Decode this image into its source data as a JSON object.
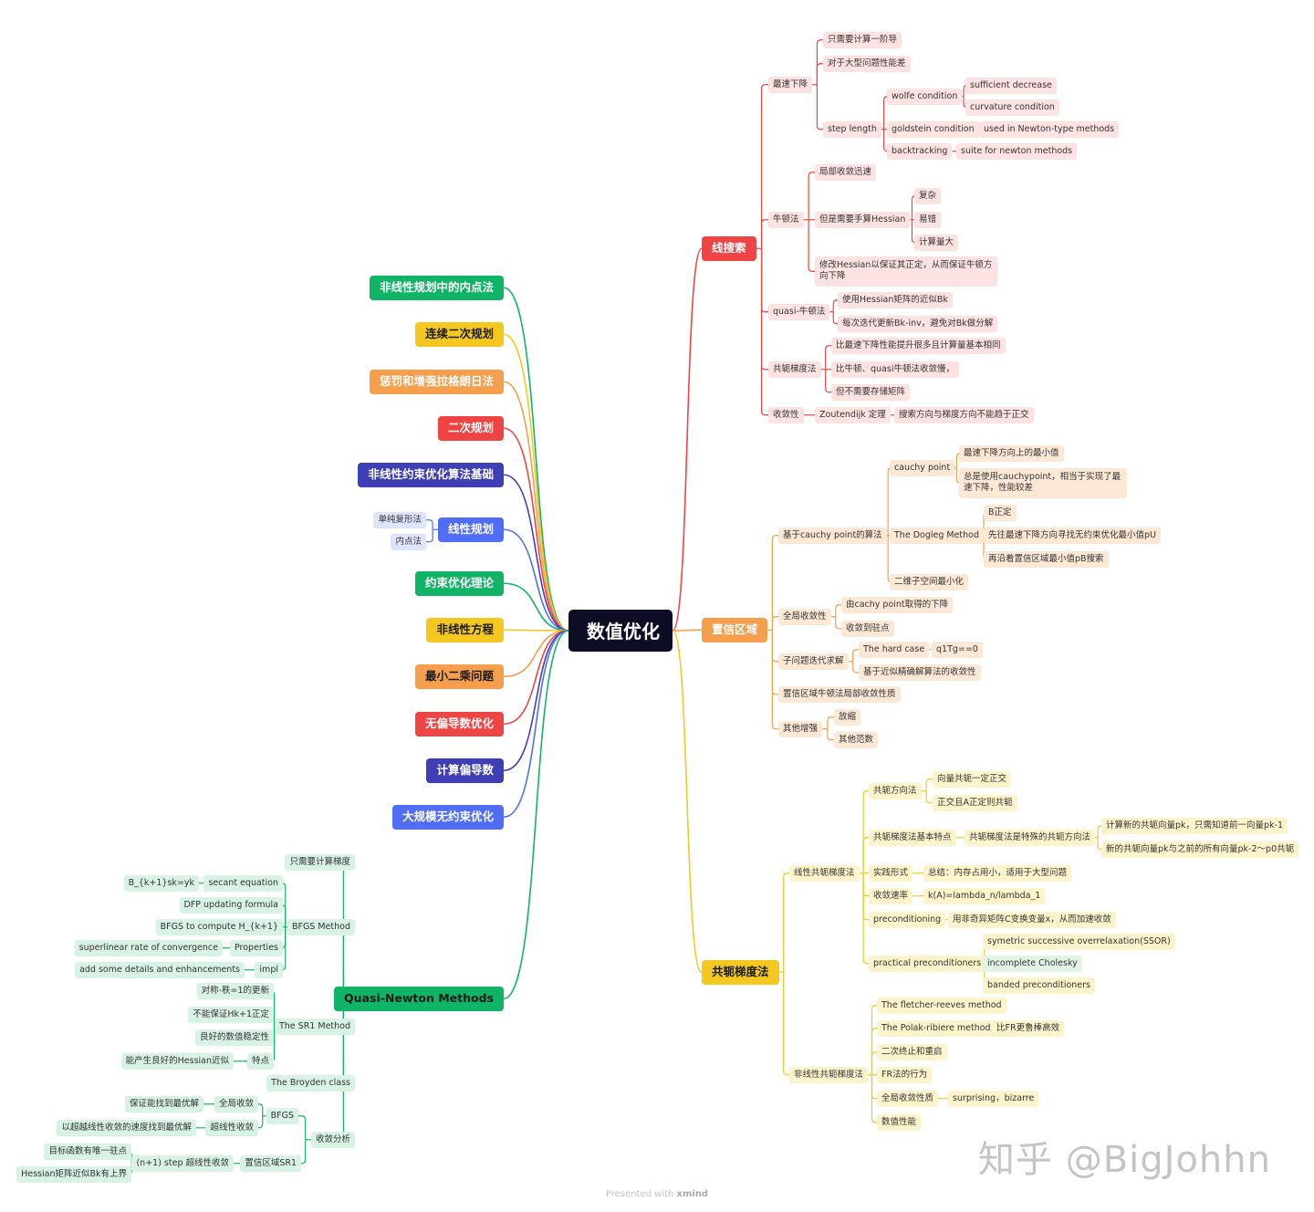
{
  "title": "数值优化",
  "footer": {
    "prefix": "Presented with",
    "brand": "xmind"
  },
  "watermark": "知乎 @BigJohhn",
  "colors": {
    "red": "#ef4444",
    "orange": "#f59e4b",
    "yellow": "#f4c820",
    "green": "#10b466",
    "navy": "#3f3fb5",
    "blue": "#4f6ef5"
  },
  "branches": {
    "line_search": {
      "label": "线搜索",
      "steepest": {
        "label": "最速下降",
        "gradient_only": "只需要计算一阶导",
        "poor_large": "对于大型问题性能差",
        "step_length": {
          "label": "step length",
          "wolfe": {
            "label": "wolfe condition",
            "sufficient": "sufficient decrease",
            "curvature": "curvature condition"
          },
          "goldstein": {
            "label": "goldstein condition",
            "used": "used in Newton-type methods"
          },
          "backtracking": {
            "label": "backtracking",
            "suite": "suite for newton methods"
          }
        }
      },
      "newton": {
        "label": "牛顿法",
        "local_fast": "局部收敛迅速",
        "hessian": {
          "label": "但是需要手算Hessian",
          "complex": "复杂",
          "error": "易错",
          "cost": "计算量大"
        },
        "modify": "修改Hessian以保证其正定，从而保证牛顿方向下降"
      },
      "quasi": {
        "label": "quasi-牛顿法",
        "approx": "使用Hessian矩阵的近似Bk",
        "update": "每次迭代更新Bk-inv，避免对Bk做分解"
      },
      "cg": {
        "label": "共轭梯度法",
        "better": "比最速下降性能提升很多且计算量基本相同",
        "slower": "比牛顿、quasi牛顿法收敛慢，",
        "no_store": "但不需要存储矩阵"
      },
      "converge": {
        "label": "收敛性",
        "zoutendijk": "Zoutendijk 定理",
        "not_orth": "搜索方向与梯度方向不能趋于正交"
      }
    },
    "trust_region": {
      "label": "置信区域",
      "cauchy_algo": {
        "label": "基于cauchy point的算法",
        "cauchy": {
          "label": "cauchy point",
          "min": "最速下降方向上的最小值",
          "note": "总是使用cauchypoint，相当于实现了最速下降，性能较差"
        },
        "dogleg": {
          "label": "The Dogleg Method",
          "pd": "B正定",
          "pu": "先往最速下降方向寻找无约束优化最小值pU",
          "pb": "再沿着置信区域最小值pB搜索"
        },
        "twod": "二维子空间最小化"
      },
      "global": {
        "label": "全局收敛性",
        "cauchy_dec": "由cachy point取得的下降",
        "stationary": "收敛到驻点"
      },
      "subproblem": {
        "label": "子问题迭代求解",
        "hard": "The hard case",
        "q1tg": "q1Tg==0",
        "approx": "基于近似精确解算法的收敛性"
      },
      "local": "置信区域牛顿法局部收敛性质",
      "enhance": {
        "label": "其他增强",
        "scale": "放缩",
        "norm": "其他范数"
      }
    },
    "conjugate": {
      "label": "共轭梯度法",
      "linear": {
        "label": "线性共轭梯度法",
        "direction": {
          "label": "共轭方向法",
          "orth": "向量共轭一定正交",
          "pd": "正交且A正定则共轭"
        },
        "basic": {
          "label": "共轭梯度法基本特点",
          "special": "共轭梯度法是特殊的共轭方向法",
          "calc": "计算新的共轭向量pk，只需知道前一向量pk-1",
          "new": "新的共轭向量pk与之前的所有向量pk-2～p0共轭"
        },
        "practice": {
          "label": "实践形式",
          "summary": "总结：内存占用小，适用于大型问题"
        },
        "rate": {
          "label": "收敛速率",
          "kappa": "k(A)=lambda_n/lambda_1"
        },
        "precond": {
          "label": "preconditioning",
          "nonsingular": "用非奇异矩阵C变换变量x，从而加速收敛"
        },
        "practical": {
          "label": "practical preconditioners",
          "ssor": "symetric successive overrelaxation(SSOR)",
          "cholesky": "incomplete Cholesky",
          "banded": "banded preconditioners"
        }
      },
      "nonlinear": {
        "label": "非线性共轭梯度法",
        "fr": "The fletcher-reeves method",
        "pr": {
          "label": "The Polak-ribiere method",
          "note": "比FR更鲁棒高效"
        },
        "restart": "二次终止和重启",
        "fr_behavior": "FR法的行为",
        "global": {
          "label": "全局收敛性质",
          "note": "surprising，bizarre"
        },
        "perf": "数值性能"
      }
    },
    "interior": "非线性规划中的内点法",
    "sqp": "连续二次规划",
    "penalty": "惩罚和增强拉格朗日法",
    "qp": "二次规划",
    "nonlinear_basics": "非线性约束优化算法基础",
    "lp": {
      "label": "线性规划",
      "simplex": "单纯复形法",
      "interior": "内点法"
    },
    "constrained": "约束优化理论",
    "equations": "非线性方程",
    "least_squares": "最小二乘问题",
    "derivative_free": "无偏导数优化",
    "derivatives": "计算偏导数",
    "large_scale": "大规模无约束优化",
    "quasi_newton": {
      "label": "Quasi-Newton Methods",
      "grad_only": "只需要计算梯度",
      "bfgs": {
        "label": "BFGS Method",
        "secant": "secant equation",
        "secant_eq": "B_{k+1}sk=yk",
        "dfp": "DFP updating formula",
        "compute": "BFGS to compute H_{k+1}",
        "props": "Properties",
        "superlinear": "superlinear rate of convergence",
        "impl": "impl",
        "details": "add some details and enhancements"
      },
      "sr1": {
        "label": "The SR1 Method",
        "rank1": "对称-秩=1的更新",
        "no_pd": "不能保证Hk+1正定",
        "stable": "良好的数值稳定性",
        "feature": "特点",
        "good_hessian": "能产生良好的Hessian近似"
      },
      "broyden": "The Broyden class",
      "convergence": {
        "label": "收敛分析",
        "bfgs": "BFGS",
        "global": "全局收敛",
        "guarantee": "保证能找到最优解",
        "superlinear": "超线性收敛",
        "speed": "以超越线性收敛的速度找到最优解",
        "trust_sr1": "置信区域SR1",
        "step": "(n+1) step 超线性收敛",
        "stationary": "目标函数有唯一驻点",
        "bounded": "Hessian矩阵近似Bk有上界"
      }
    }
  }
}
